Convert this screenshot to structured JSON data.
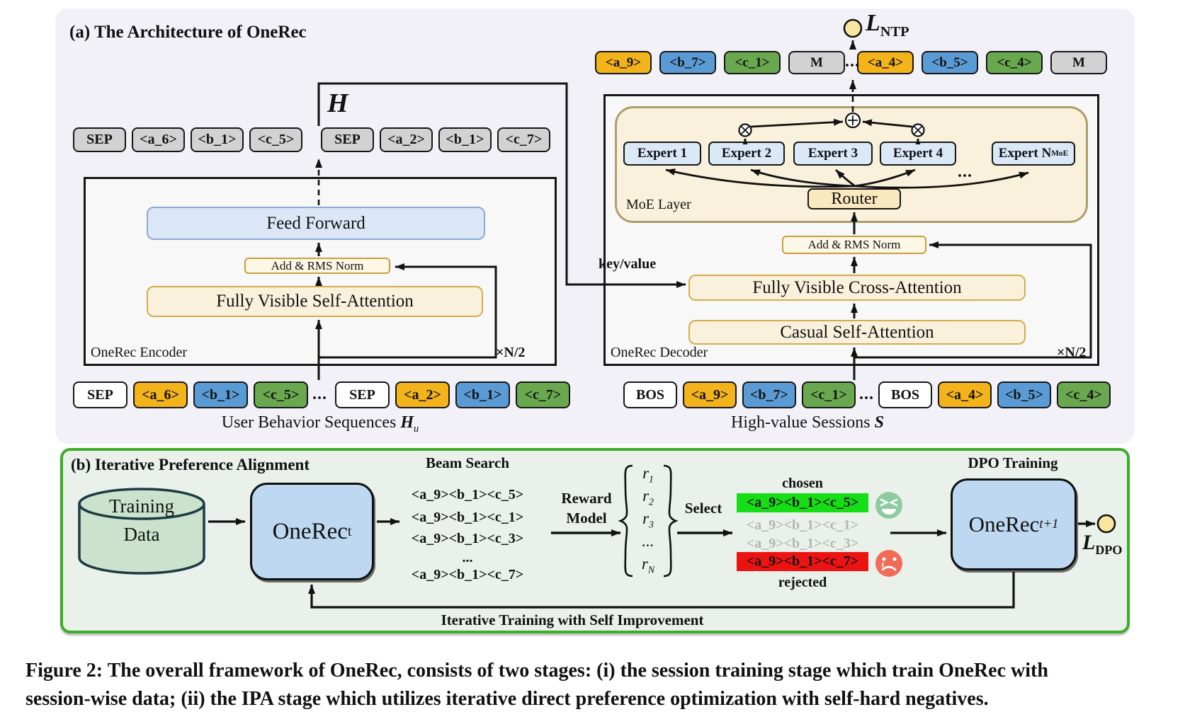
{
  "panel_a": {
    "title": "(a) The Architecture of OneRec",
    "h_label": "H",
    "loss_ntp": {
      "l": "L",
      "sub": "NTP"
    },
    "decoder_output_tokens": [
      {
        "t": "<a_9>",
        "c": "orange"
      },
      {
        "t": "<b_7>",
        "c": "blue"
      },
      {
        "t": "<c_1>",
        "c": "green"
      },
      {
        "t": "M",
        "c": "gray"
      },
      {
        "t": "<a_4>",
        "c": "orange"
      },
      {
        "t": "<b_5>",
        "c": "blue"
      },
      {
        "t": "<c_4>",
        "c": "green"
      },
      {
        "t": "M",
        "c": "gray"
      }
    ],
    "encoder_hidden_tokens": [
      {
        "t": "SEP",
        "c": "gray"
      },
      {
        "t": "<a_6>",
        "c": "gray"
      },
      {
        "t": "<b_1>",
        "c": "gray"
      },
      {
        "t": "<c_5>",
        "c": "gray"
      },
      {
        "t": "SEP",
        "c": "gray"
      },
      {
        "t": "<a_2>",
        "c": "gray"
      },
      {
        "t": "<b_1>",
        "c": "gray"
      },
      {
        "t": "<c_7>",
        "c": "gray"
      }
    ],
    "encoder_input_tokens": [
      {
        "t": "SEP",
        "c": "white"
      },
      {
        "t": "<a_6>",
        "c": "orange"
      },
      {
        "t": "<b_1>",
        "c": "blue"
      },
      {
        "t": "<c_5>",
        "c": "green"
      },
      {
        "t": "SEP",
        "c": "white"
      },
      {
        "t": "<a_2>",
        "c": "orange"
      },
      {
        "t": "<b_1>",
        "c": "blue"
      },
      {
        "t": "<c_7>",
        "c": "green"
      }
    ],
    "decoder_input_tokens": [
      {
        "t": "BOS",
        "c": "white"
      },
      {
        "t": "<a_9>",
        "c": "orange"
      },
      {
        "t": "<b_7>",
        "c": "blue"
      },
      {
        "t": "<c_1>",
        "c": "green"
      },
      {
        "t": "BOS",
        "c": "white"
      },
      {
        "t": "<a_4>",
        "c": "orange"
      },
      {
        "t": "<b_5>",
        "c": "blue"
      },
      {
        "t": "<c_4>",
        "c": "green"
      }
    ],
    "ellipsis": "...",
    "encoder": {
      "feed_forward": "Feed Forward",
      "add_rms": "Add & RMS Norm",
      "self_attention": "Fully Visible Self-Attention",
      "label": "OneRec Encoder",
      "repeat": "×N/2"
    },
    "decoder": {
      "moe_label": "MoE Layer",
      "experts": [
        "Expert 1",
        "Expert 2",
        "Expert 3",
        "Expert 4"
      ],
      "expert_n": {
        "base": "Expert N",
        "sub": "MoE"
      },
      "router": "Router",
      "add_rms": "Add & RMS Norm",
      "cross_attention": "Fully Visible Cross-Attention",
      "self_attention": "Casual Self-Attention",
      "key_value": "key/value",
      "label": "OneRec Decoder",
      "repeat": "×N/2"
    },
    "encoder_input_label": {
      "text": "User Behavior Sequences ",
      "math": "H",
      "sub": "u"
    },
    "decoder_input_label": {
      "text": "High-value Sessions ",
      "math": "S"
    }
  },
  "panel_b": {
    "title": "(b) Iterative Preference Alignment",
    "training_data": {
      "line1": "Training",
      "line2": "Data"
    },
    "onerec_t": {
      "base": "OneRec",
      "sub": "t"
    },
    "onerec_t1": {
      "base": "OneRec",
      "sub": "t+1"
    },
    "beam_search": {
      "title": "Beam Search",
      "items": [
        "<a_9><b_1><c_5>",
        "<a_9><b_1><c_1>",
        "<a_9><b_1><c_3>",
        "...",
        "<a_9><b_1><c_7>"
      ]
    },
    "reward_model": {
      "line1": "Reward",
      "line2": "Model"
    },
    "rewards": [
      {
        "base": "r",
        "sub": "1"
      },
      {
        "base": "r",
        "sub": "2"
      },
      {
        "base": "r",
        "sub": "3"
      },
      {
        "base": "...",
        "sub": ""
      },
      {
        "base": "r",
        "sub": "N"
      }
    ],
    "select_label": "Select",
    "candidates": {
      "chosen_label": "chosen",
      "rejected_label": "rejected",
      "items": [
        {
          "text": "<a_9><b_1><c_5>",
          "state": "chosen"
        },
        {
          "text": "<a_9><b_1><c_1>",
          "state": "neutral"
        },
        {
          "text": "<a_9><b_1><c_3>",
          "state": "neutral"
        },
        {
          "text": "<a_9><b_1><c_7>",
          "state": "rejected"
        }
      ]
    },
    "dpo_training": "DPO Training",
    "loss_dpo": {
      "l": "L",
      "sub": "DPO"
    },
    "iterative_label": "Iterative Training with Self Improvement"
  },
  "caption": {
    "line1": "Figure 2: The overall framework of OneRec, consists of two stages: (i) the session training stage which train OneRec with",
    "line2": "session-wise data; (ii) the IPA stage which utilizes iterative direct preference optimization with self-hard negatives."
  },
  "colors": {
    "token_orange": "#F2B31B",
    "token_blue": "#5B9BD5",
    "token_green": "#6AA84F",
    "token_gray": "#D2D2D2",
    "panel_a_bg": "#F3F1F8",
    "panel_b_bg": "#E9F1EA",
    "panel_b_border": "#3FAD2B",
    "chosen_green": "#16DE16",
    "rejected_red": "#EC1313",
    "loss_circle": "#F9E5A0",
    "moe_fill": "#F9F1DB",
    "attention_fill": "#FAF1DC",
    "feed_forward_fill": "#DBE7F7",
    "onerec_fill": "#BED8F2",
    "cylinder_fill": "#CBE3CD"
  }
}
